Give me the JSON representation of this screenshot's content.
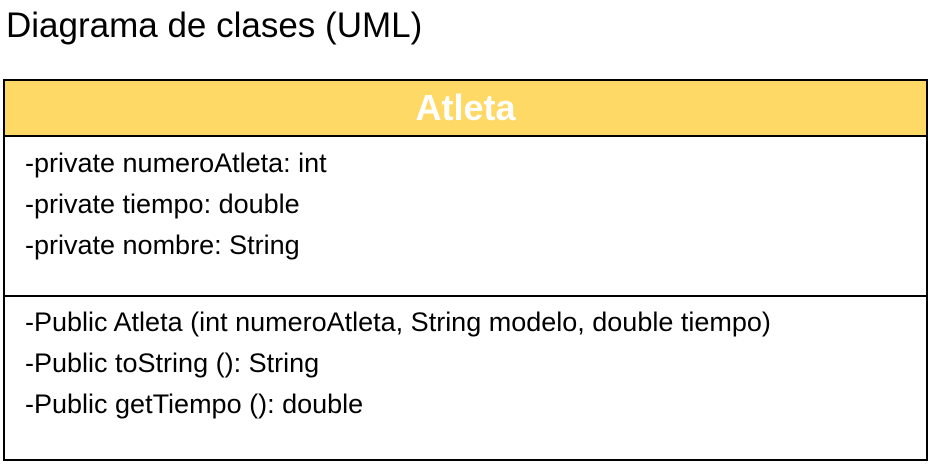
{
  "title": "Diagrama de clases (UML)",
  "colors": {
    "header_fill": "#FFD966",
    "header_text": "#FFFFFF",
    "border": "#000000"
  },
  "uml_class": {
    "name": "Atleta",
    "attributes": [
      "-private numeroAtleta: int",
      "-private tiempo: double",
      "-private nombre: String"
    ],
    "operations": [
      "-Public Atleta (int numeroAtleta, String modelo, double tiempo)",
      "-Public toString (): String",
      "-Public getTiempo (): double"
    ]
  }
}
